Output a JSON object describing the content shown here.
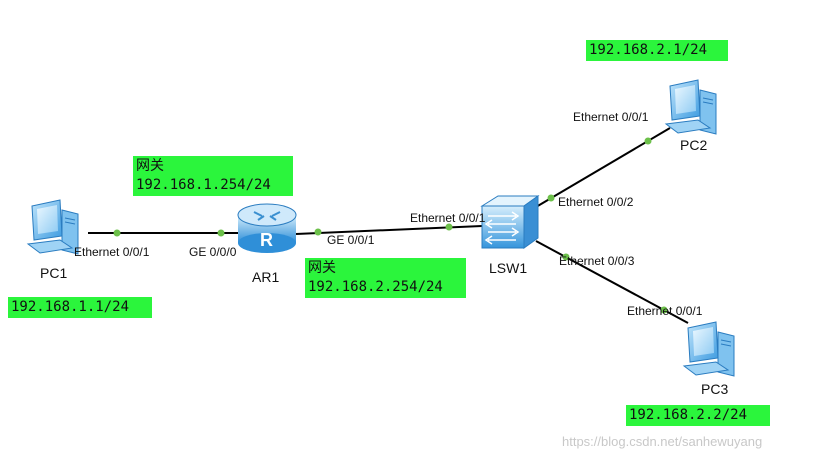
{
  "nodes": {
    "pc1": {
      "name": "PC1"
    },
    "ar1": {
      "name": "AR1"
    },
    "lsw1": {
      "name": "LSW1"
    },
    "pc2": {
      "name": "PC2"
    },
    "pc3": {
      "name": "PC3"
    }
  },
  "ports": {
    "pc1_eth": "Ethernet 0/0/1",
    "ar1_ge000": "GE 0/0/0",
    "ar1_ge001": "GE 0/0/1",
    "lsw1_eth001": "Ethernet 0/0/1",
    "lsw1_eth002": "Ethernet 0/0/2",
    "lsw1_eth003": "Ethernet 0/0/3",
    "pc2_eth": "Ethernet 0/0/1",
    "pc3_eth": "Ethernet 0/0/1"
  },
  "ip_labels": {
    "pc1": "192.168.1.1/24",
    "pc2": "192.168.2.1/24",
    "pc3": "192.168.2.2/24",
    "gw1": {
      "title": "网关",
      "ip": "192.168.1.254/24"
    },
    "gw2": {
      "title": "网关",
      "ip": "192.168.2.254/24"
    }
  },
  "colors": {
    "label_bg": "#2bf53c",
    "link": "#000000",
    "port_dot": "#6cc04a",
    "device_blue": "#4aa7e8"
  },
  "watermark": "https://blog.csdn.net/sanhewuyang"
}
